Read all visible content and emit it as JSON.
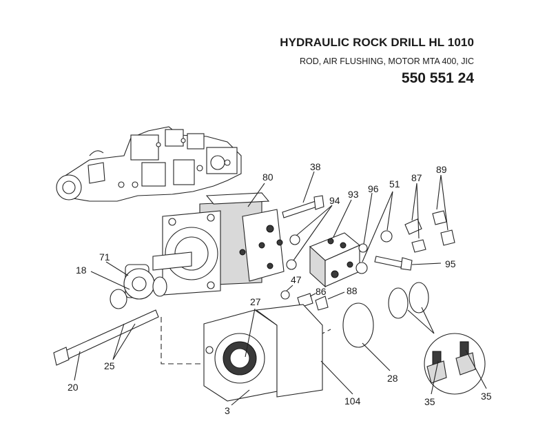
{
  "header": {
    "title": "HYDRAULIC ROCK DRILL HL 1010",
    "subtitle": "ROD, AIR FLUSHING, MOTOR MTA 400, JIC",
    "part_number": "550 551 24"
  },
  "callouts": {
    "c38": "38",
    "c80": "80",
    "c94": "94",
    "c93": "93",
    "c96": "96",
    "c51": "51",
    "c87": "87",
    "c89": "89",
    "c71": "71",
    "c18": "18",
    "c95": "95",
    "c47": "47",
    "c86": "86",
    "c88": "88",
    "c27": "27",
    "c25": "25",
    "c20": "20",
    "c28": "28",
    "c3": "3",
    "c104": "104",
    "c35a": "35",
    "c35b": "35"
  }
}
